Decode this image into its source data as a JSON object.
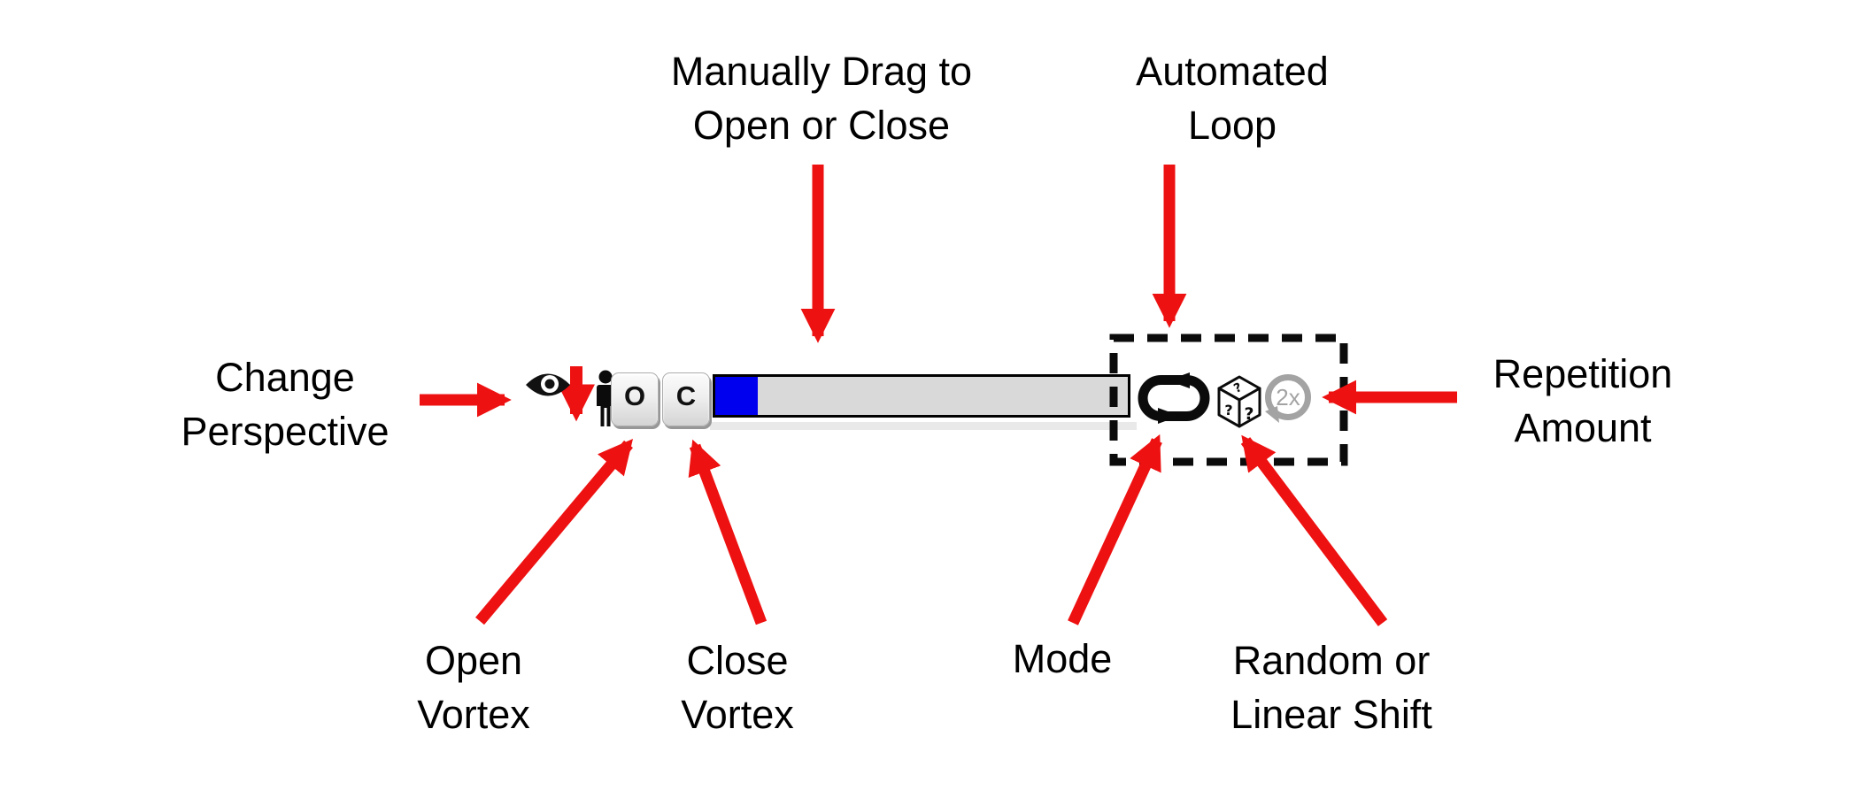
{
  "colors": {
    "annotation_red": "#ee1111",
    "slider_fill_blue": "#0000ee",
    "slider_track_gray": "#d9d9d9",
    "icon_black": "#0b0b0b",
    "disabled_gray": "#a3a3a3"
  },
  "annotations": {
    "change_perspective": {
      "line1": "Change",
      "line2": "Perspective"
    },
    "manual_drag": {
      "line1": "Manually Drag to",
      "line2": "Open or Close"
    },
    "automated_loop": {
      "line1": "Automated",
      "line2": "Loop"
    },
    "repetition_amount": {
      "line1": "Repetition",
      "line2": "Amount"
    },
    "open_vortex": {
      "line1": "Open",
      "line2": "Vortex"
    },
    "close_vortex": {
      "line1": "Close",
      "line2": "Vortex"
    },
    "mode": {
      "line1": "Mode"
    },
    "random_shift": {
      "line1": "Random or",
      "line2": "Linear Shift"
    }
  },
  "toolbar": {
    "icons": [
      "eye-icon",
      "red-down-arrow-icon",
      "person-icon",
      "loop-icon",
      "dice-icon",
      "repetition-2x-icon"
    ],
    "open_button_label": "O",
    "close_button_label": "C",
    "repetition_badge": "2x",
    "dice_faces": [
      "?",
      "?",
      "?"
    ],
    "slider": {
      "value_percent": 10
    }
  }
}
